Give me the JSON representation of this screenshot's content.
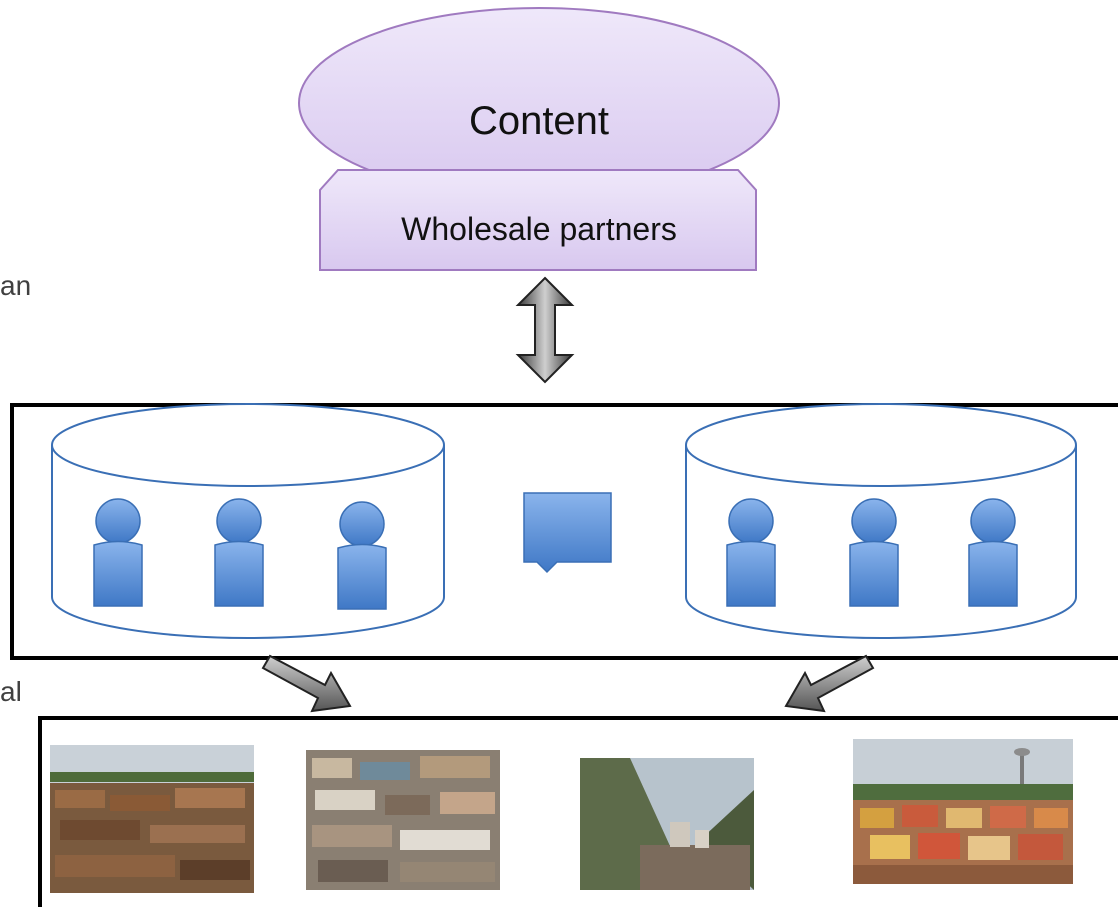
{
  "diagram": {
    "content_label": "Content",
    "wholesale_label": "Wholesale partners",
    "left_cut_text_1": "an",
    "left_cut_text_2": "al"
  },
  "colors": {
    "lavender_fill": "#e6dcf5",
    "lavender_stroke": "#a07ac0",
    "person_blue": "#4a86d4",
    "cylinder_stroke": "#3a6fb5",
    "arrow_gray": "#6e6e6e",
    "box_border": "#000000"
  },
  "icons": {
    "person": "person-icon",
    "chat": "speech-bubble-icon",
    "double_arrow": "double-arrow-icon"
  },
  "photos": [
    "slum-rooftops-photo",
    "hillside-houses-photo",
    "favela-valley-photo",
    "colorful-houses-photo"
  ]
}
